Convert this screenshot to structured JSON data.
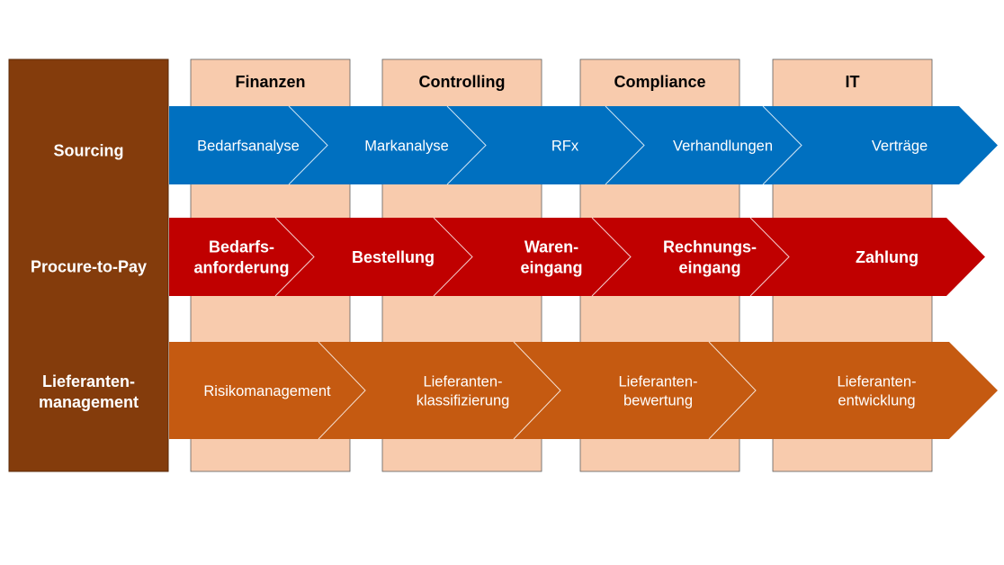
{
  "colors": {
    "left_panel": "#843C0C",
    "column_fill": "#F8CBAD",
    "sourcing": "#0070C0",
    "procure": "#C00000",
    "supplier": "#C55A11",
    "column_text": "#000000",
    "row_text": "#FFFFFF"
  },
  "columns": [
    {
      "label": "Finanzen"
    },
    {
      "label": "Controlling"
    },
    {
      "label": "Compliance"
    },
    {
      "label": "IT"
    }
  ],
  "rows": [
    {
      "id": "sourcing",
      "label_lines": [
        "Sourcing"
      ],
      "bold_steps": false,
      "steps": [
        {
          "lines": [
            "Bedarfsanalyse"
          ]
        },
        {
          "lines": [
            "Markanalyse"
          ]
        },
        {
          "lines": [
            "RFx"
          ]
        },
        {
          "lines": [
            "Verhandlungen"
          ]
        },
        {
          "lines": [
            "Verträge"
          ]
        }
      ]
    },
    {
      "id": "procure-to-pay",
      "label_lines": [
        "Procure-to-Pay"
      ],
      "bold_steps": true,
      "steps": [
        {
          "lines": [
            "Bedarfs-",
            "anforderung"
          ]
        },
        {
          "lines": [
            "Bestellung"
          ]
        },
        {
          "lines": [
            "Waren-",
            "eingang"
          ]
        },
        {
          "lines": [
            "Rechnungs-",
            "eingang"
          ]
        },
        {
          "lines": [
            "Zahlung"
          ]
        }
      ]
    },
    {
      "id": "lieferantenmanagement",
      "label_lines": [
        "Lieferanten-",
        "management"
      ],
      "bold_steps": false,
      "steps": [
        {
          "lines": [
            "Risikomanagement"
          ]
        },
        {
          "lines": [
            "Lieferanten-",
            "klassifizierung"
          ]
        },
        {
          "lines": [
            "Lieferanten-",
            "bewertung"
          ]
        },
        {
          "lines": [
            "Lieferanten-",
            "entwicklung"
          ]
        }
      ]
    }
  ]
}
